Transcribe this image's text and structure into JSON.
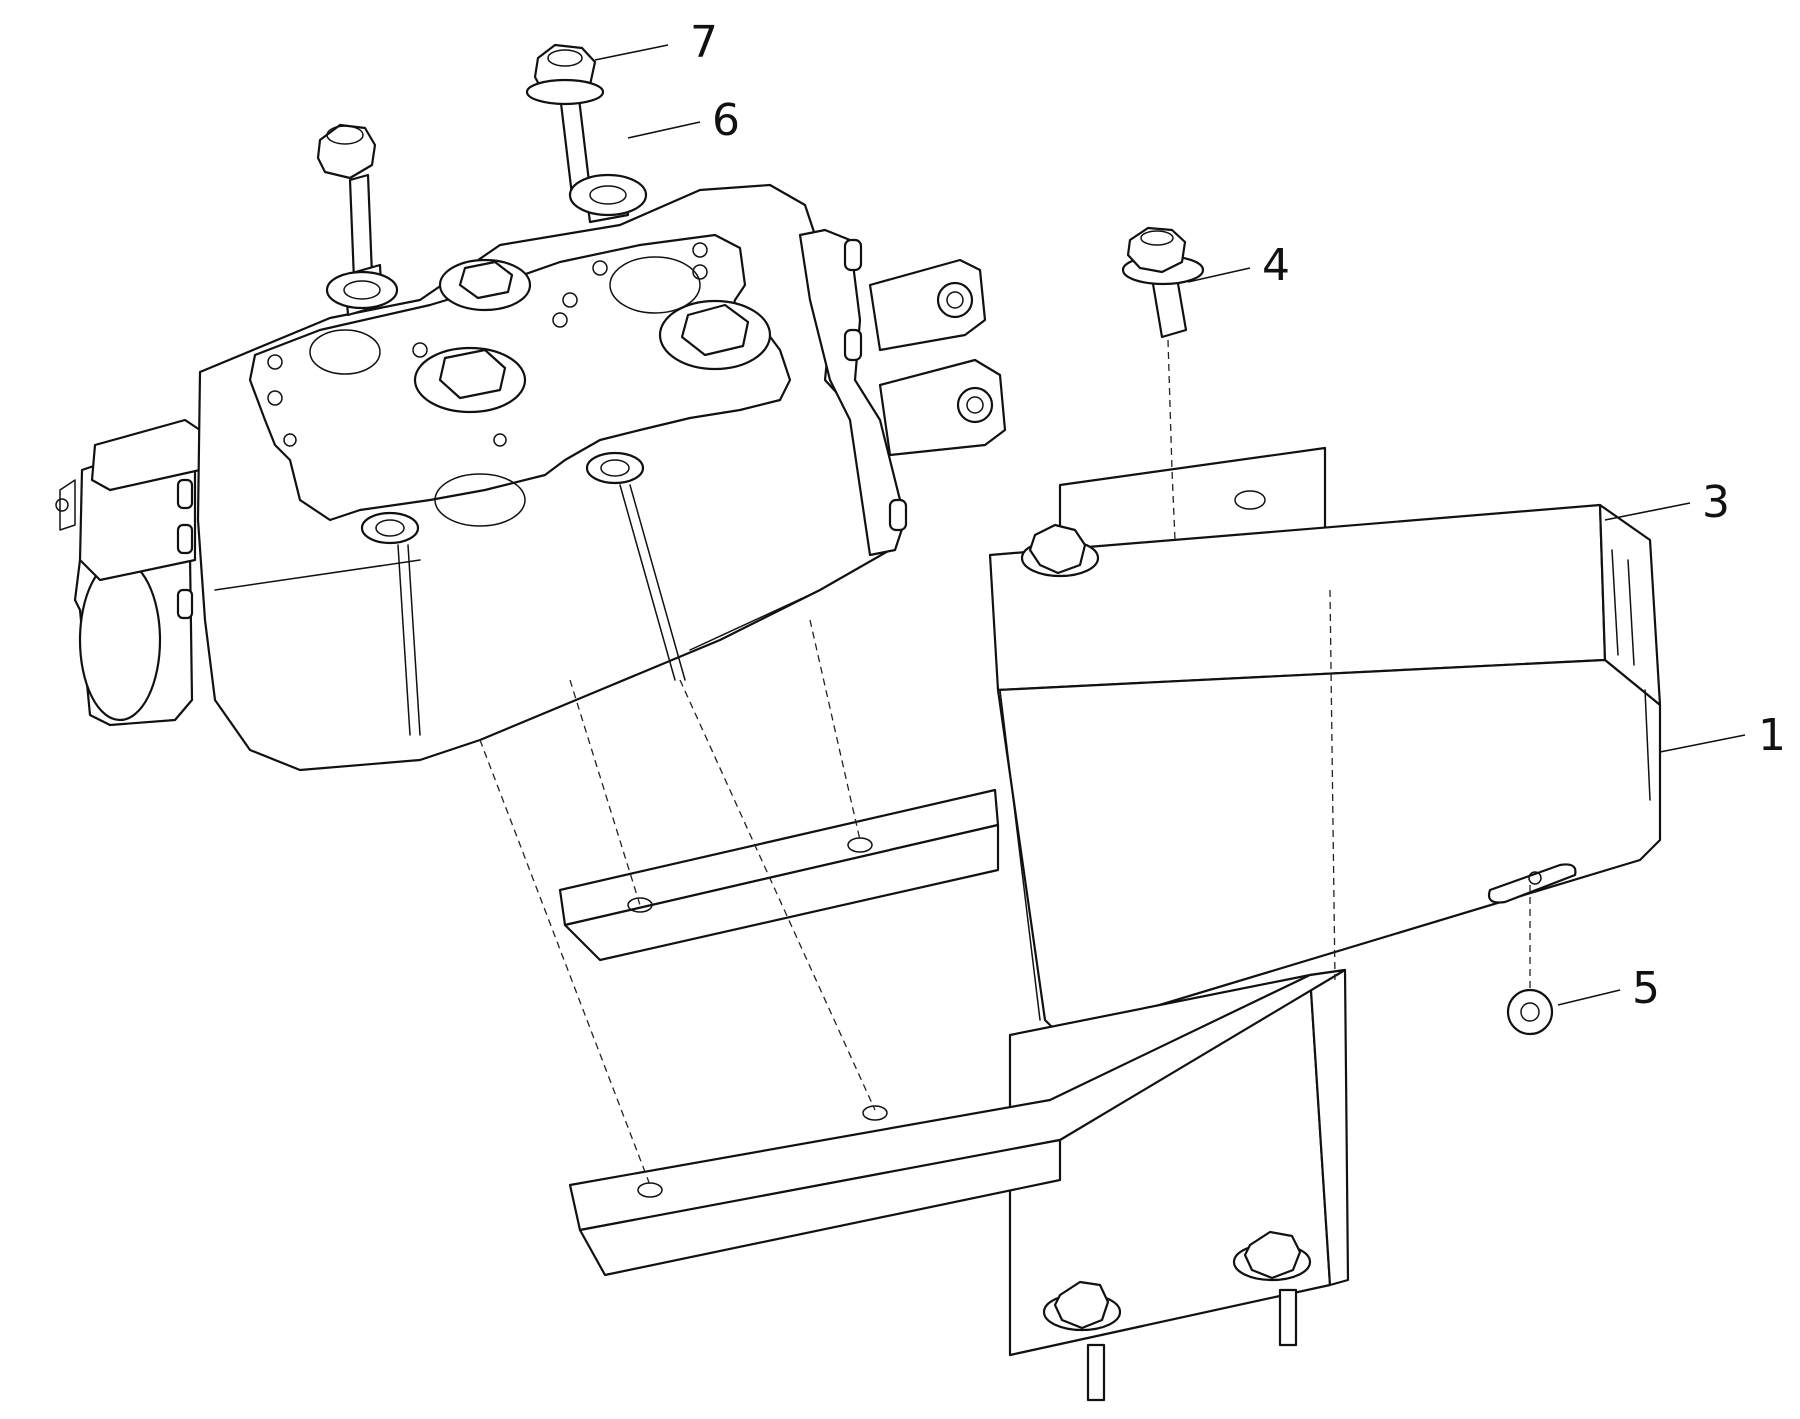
{
  "callouts": [
    {
      "id": "1",
      "label": "1"
    },
    {
      "id": "3",
      "label": "3"
    },
    {
      "id": "4",
      "label": "4"
    },
    {
      "id": "5",
      "label": "5"
    },
    {
      "id": "6",
      "label": "6"
    },
    {
      "id": "7",
      "label": "7"
    }
  ],
  "colors": {
    "line": "#111111",
    "background": "#ffffff"
  }
}
